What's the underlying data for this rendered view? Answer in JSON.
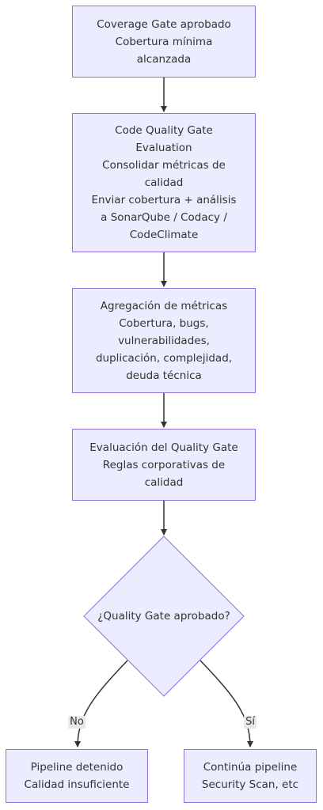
{
  "nodes": {
    "coverage": {
      "lines": [
        "Coverage Gate aprobado",
        "Cobertura mínima",
        "alcanzada"
      ]
    },
    "quality_eval": {
      "lines": [
        "Code Quality Gate",
        "Evaluation",
        "Consolidar métricas de",
        "calidad",
        "Enviar cobertura + análisis",
        "a SonarQube / Codacy /",
        "CodeClimate"
      ]
    },
    "aggregation": {
      "lines": [
        "Agregación de métricas",
        "Cobertura, bugs,",
        "vulnerabilidades,",
        "duplicación, complejidad,",
        "deuda técnica"
      ]
    },
    "gate_eval": {
      "lines": [
        "Evaluación del Quality Gate",
        "Reglas corporativas de",
        "calidad"
      ]
    },
    "decision": {
      "label": "¿Quality Gate aprobado?"
    },
    "stopped": {
      "lines": [
        "Pipeline detenido",
        "Calidad insuficiente"
      ]
    },
    "continue": {
      "lines": [
        "Continúa pipeline",
        "Security Scan, etc"
      ]
    }
  },
  "edges": {
    "no_label": "No",
    "yes_label": "Sí"
  },
  "colors": {
    "node_fill": "#ECECFF",
    "node_border": "#9370DB",
    "edge": "#333333",
    "label_bg": "#e8e8e8"
  }
}
